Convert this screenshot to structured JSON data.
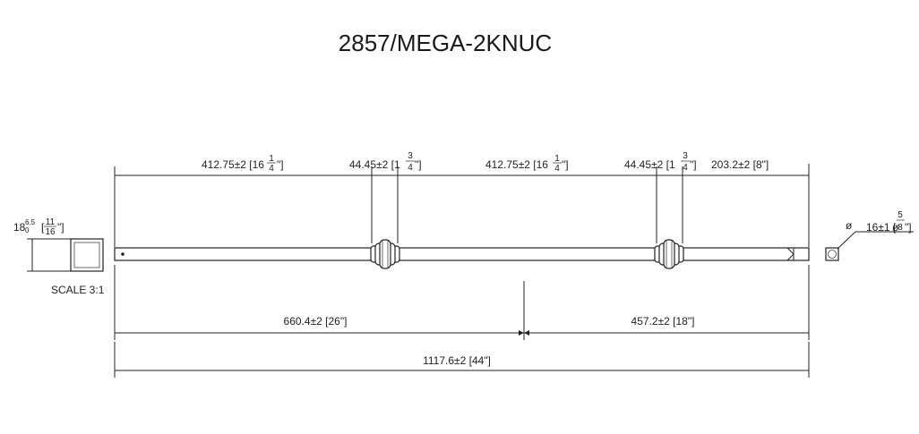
{
  "title": "2857/MEGA-2KNUC",
  "dimensions": {
    "seg1": {
      "mm": "412.75±2 [16",
      "whole": "",
      "num": "1",
      "den": "4",
      "close": "\"]"
    },
    "knuckle1": {
      "mm": "44.45±2 [1",
      "num": "3",
      "den": "4",
      "close": "\"]"
    },
    "seg2": {
      "mm": "412.75±2 [16",
      "num": "1",
      "den": "4",
      "close": "\"]"
    },
    "knuckle2": {
      "mm": "44.45±2 [1",
      "num": "3",
      "den": "4",
      "close": "\"]"
    },
    "seg3": "203.2±2 [8\"]",
    "lower_left": "660.4±2 [26\"]",
    "lower_right": "457.2±2 [18\"]",
    "overall": "1117.6±2 [44\"]"
  },
  "section_view": {
    "size_whole": "18",
    "size_sup": "6.5",
    "size_sub": "0",
    "inch_open": "[",
    "inch_num": "11",
    "inch_den": "16",
    "inch_close": "\"]",
    "scale": "SCALE 3:1"
  },
  "end_callout": {
    "symbol": "ø",
    "dia": "16±1 [",
    "dia_sym": "ø",
    "num": "5",
    "den": "8",
    "close": "\"]"
  }
}
